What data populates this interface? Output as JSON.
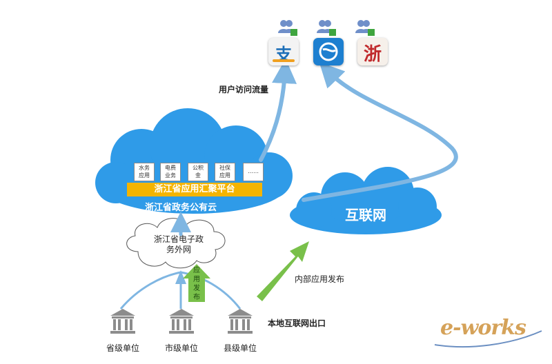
{
  "apps": {
    "alipay_glyph": "支",
    "zhejiang_glyph": "浙"
  },
  "labels": {
    "user_traffic": "用户访问流量",
    "internal_publish": "内部应用发布",
    "local_exit": "本地互联网出口",
    "app_publish": "应用发布"
  },
  "gov_cloud": {
    "services": [
      "水务应用",
      "电费业务",
      "公积金",
      "社保应用",
      "……"
    ],
    "platform": "浙江省应用汇聚平台",
    "name": "浙江省政务公有云"
  },
  "internet_cloud": {
    "name": "互联网"
  },
  "extranet": {
    "name_line1": "浙江省电子政",
    "name_line2": "务外网"
  },
  "units": {
    "province": "省级单位",
    "city": "市级单位",
    "county": "县级单位"
  },
  "watermark": "e-works",
  "colors": {
    "cloud_blue": "#2f9be8",
    "arrow_blue": "#7fb6e2",
    "arrow_green": "#79c04a",
    "banner_yellow": "#f4b400",
    "building_gray": "#8c8c8c"
  }
}
